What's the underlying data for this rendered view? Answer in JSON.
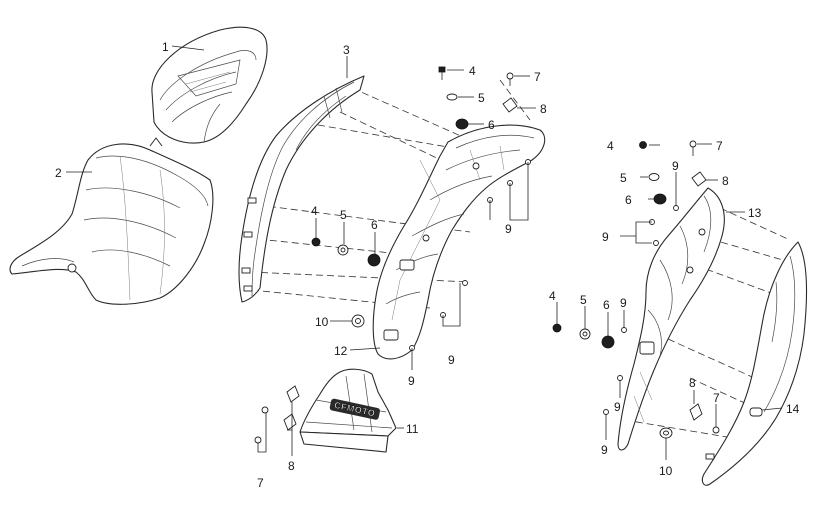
{
  "diagram": {
    "brand_logo": "CFMOTO",
    "callouts": {
      "c1": "1",
      "c2": "2",
      "c3": "3",
      "c4a": "4",
      "c4b": "4",
      "c4c": "4",
      "c4d": "4",
      "c5a": "5",
      "c5b": "5",
      "c5c": "5",
      "c5d": "5",
      "c6a": "6",
      "c6b": "6",
      "c6c": "6",
      "c6d": "6",
      "c7a": "7",
      "c7b": "7",
      "c7c": "7",
      "c7d": "7",
      "c8a": "8",
      "c8b": "8",
      "c8c": "8",
      "c8d": "8",
      "c9a": "9",
      "c9b": "9",
      "c9c": "9",
      "c9d": "9",
      "c9e": "9",
      "c9f": "9",
      "c9g": "9",
      "c9h": "9",
      "c10a": "10",
      "c10b": "10",
      "c11": "11",
      "c12": "12",
      "c13": "13",
      "c14": "14"
    }
  }
}
